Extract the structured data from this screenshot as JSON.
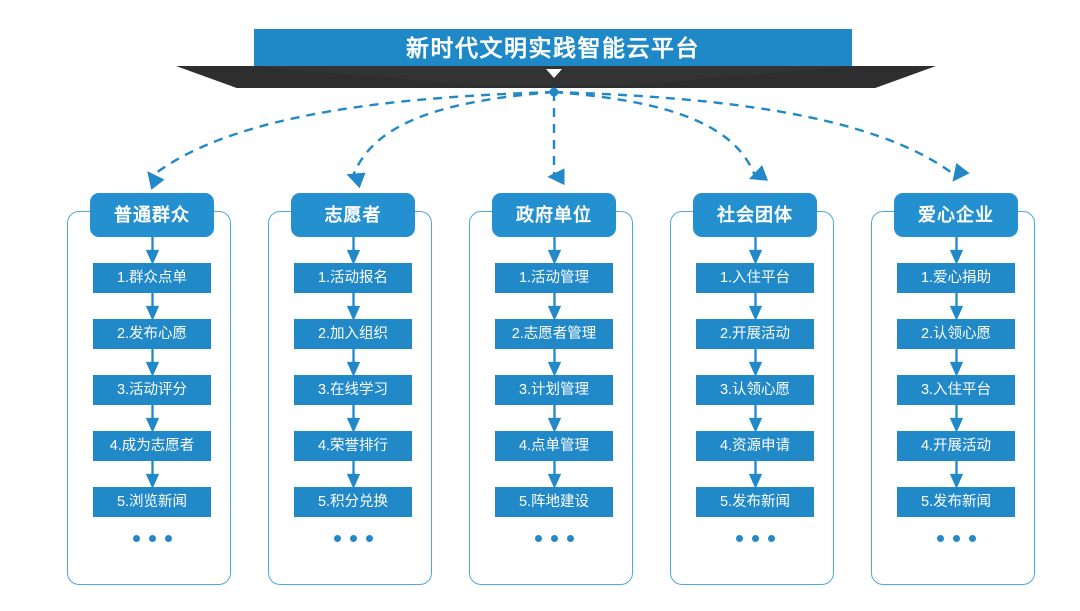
{
  "banner": {
    "title": "新时代文明实践智能云平台",
    "chevron_icon": "chevron-down-icon",
    "bg_color": "#1f88c6",
    "shadow_color": "#333333"
  },
  "theme": {
    "accent": "#2189c8",
    "header_blue": "#2490cf",
    "frame_border": "#4ba9de",
    "connector": "#2189c8",
    "text_on_accent": "#ffffff"
  },
  "connectors": {
    "style": "dashed",
    "arrow_icon": "arrow-down-icon",
    "origin_label": "新时代文明实践智能云平台",
    "count": 5
  },
  "columns": [
    {
      "id": "public",
      "header": "普通群众",
      "items": [
        "1.群众点单",
        "2.发布心愿",
        "3.活动评分",
        "4.成为志愿者",
        "5.浏览新闻"
      ],
      "more": "..."
    },
    {
      "id": "volunteer",
      "header": "志愿者",
      "items": [
        "1.活动报名",
        "2.加入组织",
        "3.在线学习",
        "4.荣誉排行",
        "5.积分兑换"
      ],
      "more": "..."
    },
    {
      "id": "government",
      "header": "政府单位",
      "items": [
        "1.活动管理",
        "2.志愿者管理",
        "3.计划管理",
        "4.点单管理",
        "5.阵地建设"
      ],
      "more": "..."
    },
    {
      "id": "social-group",
      "header": "社会团体",
      "items": [
        "1.入住平台",
        "2.开展活动",
        "3.认领心愿",
        "4.资源申请",
        "5.发布新闻"
      ],
      "more": "..."
    },
    {
      "id": "enterprise",
      "header": "爱心企业",
      "items": [
        "1.爱心捐助",
        "2.认领心愿",
        "3.入住平台",
        "4.开展活动",
        "5.发布新闻"
      ],
      "more": "..."
    }
  ]
}
